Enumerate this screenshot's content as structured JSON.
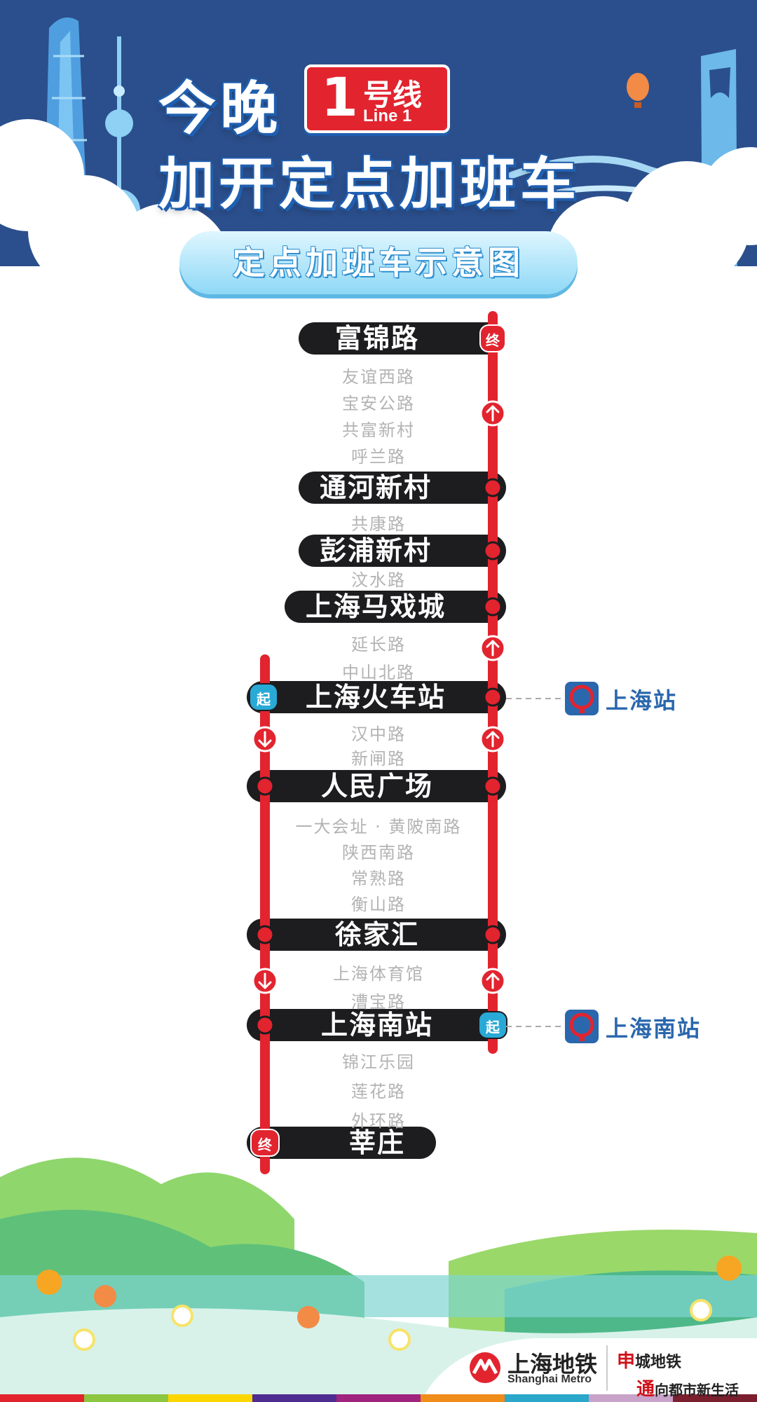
{
  "header": {
    "title_tonight": "今晚",
    "line_number": "1",
    "line_hao": "号线",
    "line_en": "Line 1",
    "title_extra": "加开定点加班车",
    "subtitle": "定点加班车示意图"
  },
  "colors": {
    "line_red": "#e2242f",
    "station_bar": "#1d1d1f",
    "sky_blue": "#2b4f8c",
    "rail_blue": "#2a67ad",
    "tag_blue": "#29a9d6"
  },
  "map": {
    "major": {
      "fujin": "富锦路",
      "tonghe": "通河新村",
      "pengpu": "彭浦新村",
      "maxicheng": "上海马戏城",
      "huochezhan": "上海火车站",
      "renmin": "人民广场",
      "xujiahui": "徐家汇",
      "nanzhan": "上海南站",
      "xinzhuang": "莘庄"
    },
    "minor": {
      "youyi": "友谊西路",
      "baoan": "宝安公路",
      "gongfu": "共富新村",
      "hulan": "呼兰路",
      "gongkang": "共康路",
      "wenshui": "汶水路",
      "yanchang": "延长路",
      "zhongshan": "中山北路",
      "hanzhong": "汉中路",
      "xinzha": "新闸路",
      "yida": "一大会址 · 黄陂南路",
      "shanxi": "陕西南路",
      "changshu": "常熟路",
      "hengshan": "衡山路",
      "tiyuguan": "上海体育馆",
      "caobao": "漕宝路",
      "jinjiang": "锦江乐园",
      "lianhua": "莲花路",
      "waihuan": "外环路"
    },
    "tags": {
      "end": "终",
      "start": "起"
    },
    "rail": {
      "shanghai_station": "上海站",
      "shanghai_south_station": "上海南站"
    }
  },
  "footer": {
    "logo_cn": "上海地铁",
    "logo_en": "Shanghai Metro",
    "slogan_1_red": "申",
    "slogan_1_rest": "城地铁",
    "slogan_2_red": "通",
    "slogan_2_rest": "向都市新生活"
  }
}
